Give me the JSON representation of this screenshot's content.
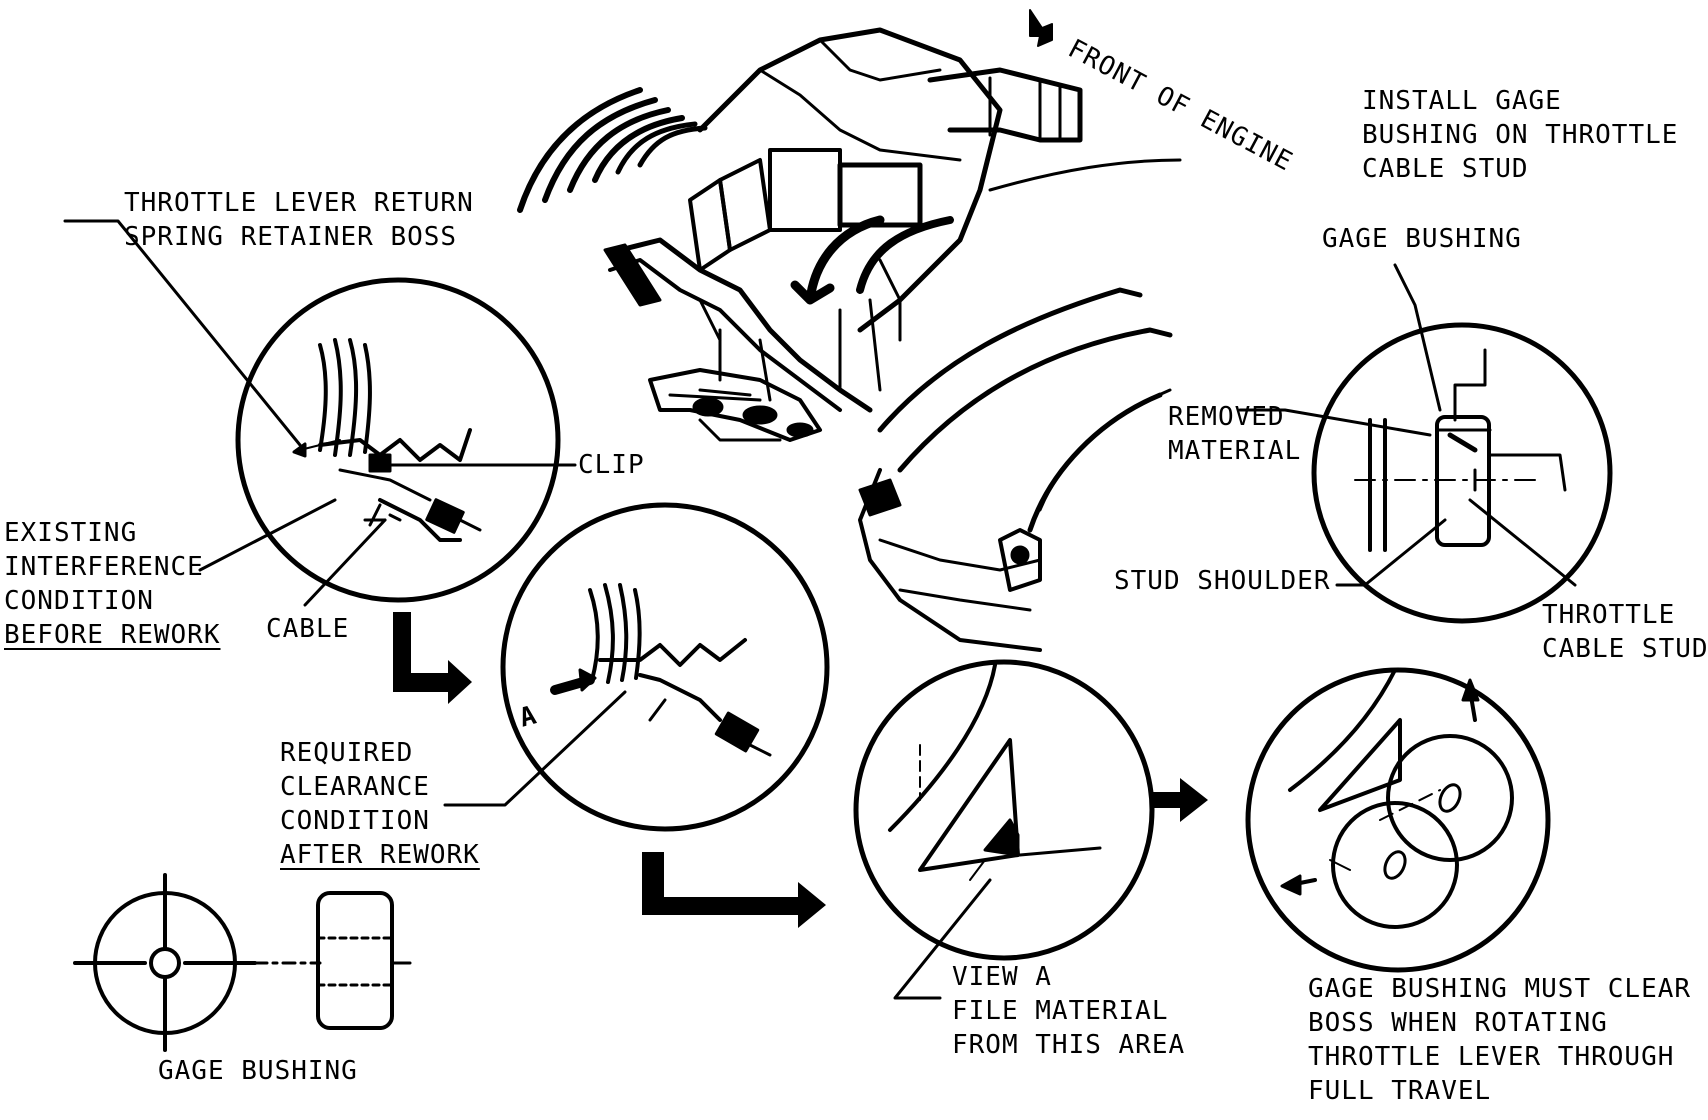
{
  "labels": {
    "front_of_engine": "FRONT OF ENGINE",
    "install_gage": [
      "INSTALL GAGE",
      "BUSHING ON THROTTLE",
      "CABLE STUD"
    ],
    "throttle_lever_boss": [
      "THROTTLE LEVER RETURN",
      "SPRING RETAINER BOSS"
    ],
    "clip": "CLIP",
    "existing_interference": [
      "EXISTING",
      "INTERFERENCE",
      "CONDITION",
      "BEFORE REWORK"
    ],
    "cable": "CABLE",
    "required_clearance": [
      "REQUIRED",
      "CLEARANCE",
      "CONDITION",
      "AFTER REWORK"
    ],
    "view_marker": "A",
    "gage_bushing_top": "GAGE BUSHING",
    "removed_material": [
      "REMOVED",
      "MATERIAL"
    ],
    "stud_shoulder": "STUD SHOULDER",
    "throttle_cable_stud": [
      "THROTTLE",
      "CABLE STUD"
    ],
    "view_a": [
      "VIEW A",
      "FILE MATERIAL",
      "FROM THIS AREA"
    ],
    "gage_bushing_must_clear": [
      "GAGE BUSHING MUST CLEAR",
      "BOSS WHEN ROTATING",
      "THROTTLE LEVER THROUGH",
      "FULL TRAVEL"
    ],
    "gage_bushing_bottom": "GAGE BUSHING"
  }
}
